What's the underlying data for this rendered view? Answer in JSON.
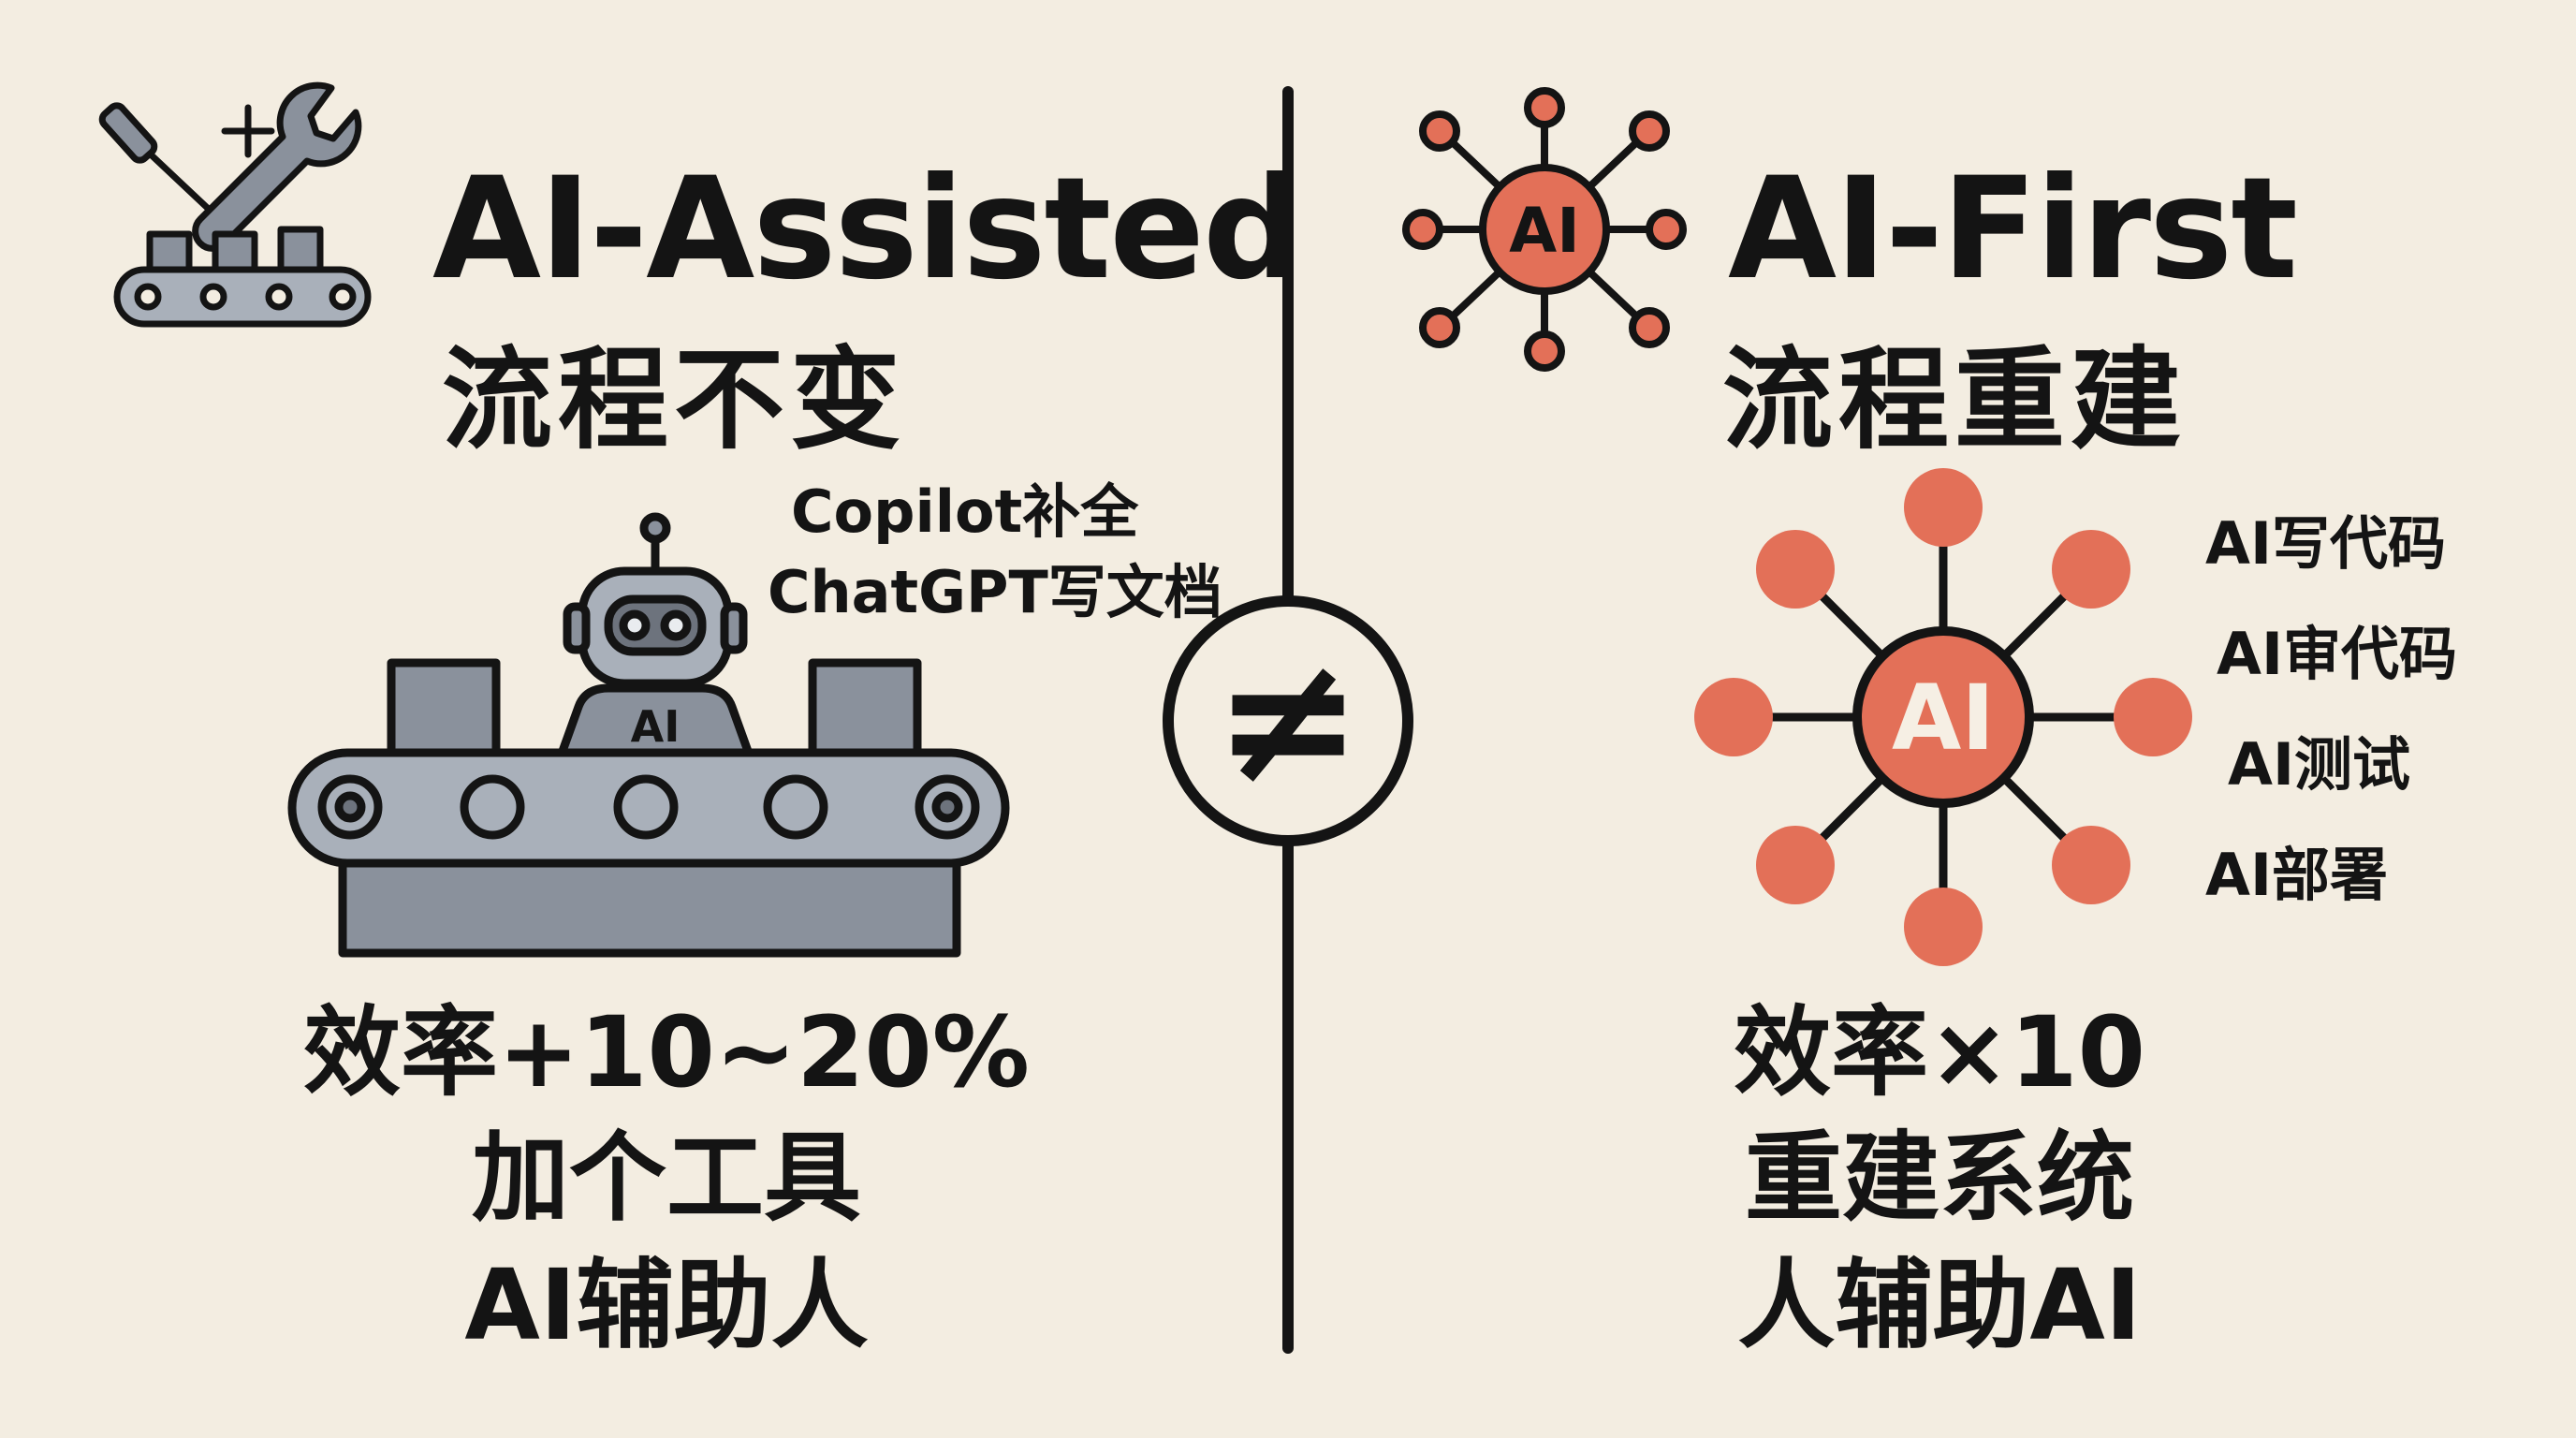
{
  "left": {
    "title": "AI-Assisted",
    "subtitle": "流程不变",
    "robot_badge": "AI",
    "tools": [
      "Copilot补全",
      "ChatGPT写文档"
    ],
    "stats": [
      "效率+10~20%",
      "加个工具",
      "AI辅助人"
    ]
  },
  "center": {
    "symbol": "≠"
  },
  "right": {
    "title": "AI-First",
    "subtitle": "流程重建",
    "icon_badge": "AI",
    "hub_label": "AI",
    "capabilities": [
      "AI写代码",
      "AI审代码",
      "AI测试",
      "AI部署"
    ],
    "stats": [
      "效率×10",
      "重建系统",
      "人辅助AI"
    ]
  },
  "colors": {
    "background": "#f3ede1",
    "ink": "#141414",
    "accent": "#e37058",
    "steel": "#8a919c",
    "steel_light": "#a9b0ba"
  },
  "icons": [
    "screwdriver-wrench-icon",
    "conveyor-icon",
    "ai-network-icon",
    "robot-icon",
    "not-equal-icon"
  ]
}
